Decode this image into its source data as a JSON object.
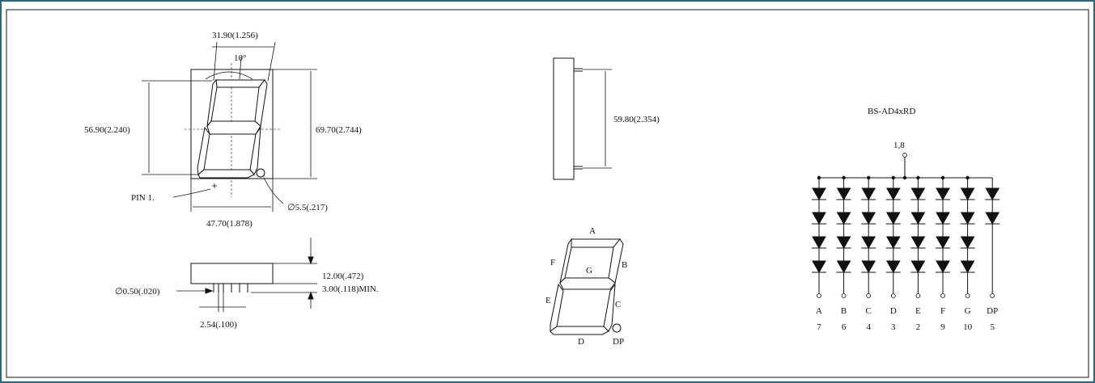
{
  "front_view": {
    "width_top": "31.90(1.256)",
    "angle": "10°",
    "digit_height": "56.90(2.240)",
    "body_height": "69.70(2.744)",
    "pin1_label": "PIN 1.",
    "dp_diameter": "∅5.5(.217)",
    "body_width": "47.70(1.878)"
  },
  "side_view": {
    "pin_span": "59.80(2.354)"
  },
  "bottom_view": {
    "pin_diameter": "∅0.50(.020)",
    "thickness": "12.00(.472)",
    "pin_length": "3.00(.118)MIN.",
    "pitch": "2.54(.100)"
  },
  "segment_diagram": {
    "labels": {
      "A": "A",
      "B": "B",
      "C": "C",
      "D": "D",
      "E": "E",
      "F": "F",
      "G": "G",
      "DP": "DP"
    }
  },
  "schematic": {
    "part_number": "BS-AD4xRD",
    "common_pin": "1,8",
    "columns": [
      {
        "segment": "A",
        "pin": "7"
      },
      {
        "segment": "B",
        "pin": "6"
      },
      {
        "segment": "C",
        "pin": "4"
      },
      {
        "segment": "D",
        "pin": "3"
      },
      {
        "segment": "E",
        "pin": "2"
      },
      {
        "segment": "F",
        "pin": "9"
      },
      {
        "segment": "G",
        "pin": "10"
      },
      {
        "segment": "DP",
        "pin": "5"
      }
    ]
  },
  "colors": {
    "border": "#1f6b8a",
    "line": "#111111",
    "background": "#ffffff"
  }
}
